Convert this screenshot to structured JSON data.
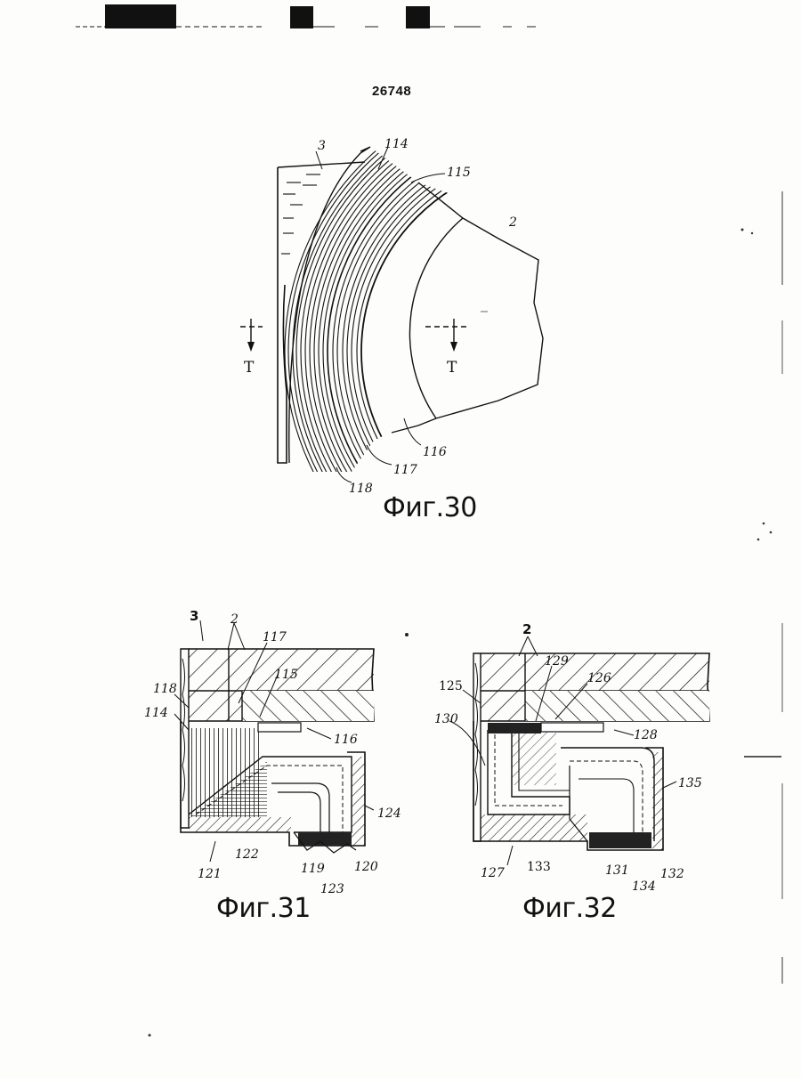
{
  "page_number": "26748",
  "figures": [
    {
      "caption": "Фиг.30",
      "labels": [
        "3",
        "114",
        "115",
        "2",
        "T",
        "T",
        "116",
        "117",
        "118"
      ]
    },
    {
      "caption": "Фиг.31",
      "labels": [
        "3",
        "2",
        "117",
        "115",
        "118",
        "114",
        "116",
        "124",
        "121",
        "122",
        "119",
        "120",
        "123"
      ]
    },
    {
      "caption": "Фиг.32",
      "labels": [
        "2",
        "129",
        "125",
        "126",
        "130",
        "128",
        "135",
        "127",
        "133",
        "131",
        "132",
        "134"
      ]
    }
  ]
}
